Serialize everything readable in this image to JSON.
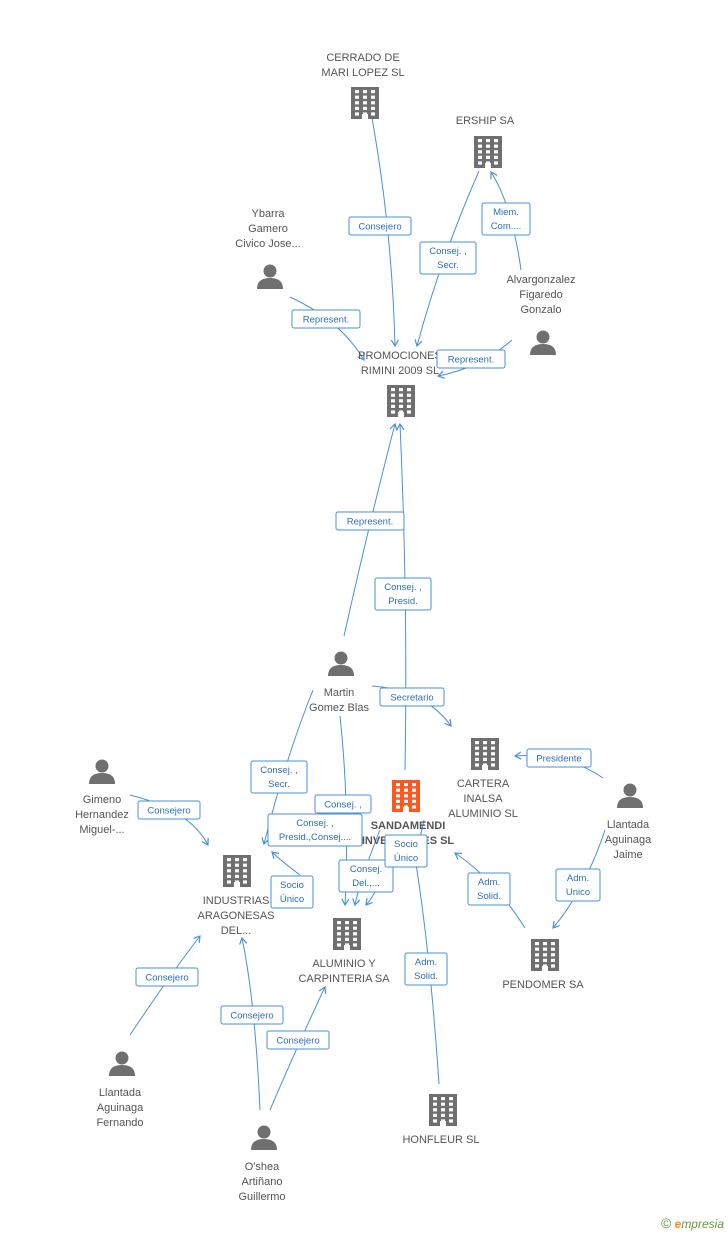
{
  "colors": {
    "edge": "#4a90d9",
    "icon": "#6f6f6f",
    "focus_icon": "#ff5722",
    "label": "#555555"
  },
  "nodes": [
    {
      "id": "cerrado",
      "type": "company",
      "lines": [
        "CERRADO DE",
        "MARI LOPEZ SL"
      ]
    },
    {
      "id": "erships",
      "type": "company",
      "lines": [
        "ERSHIP SA"
      ]
    },
    {
      "id": "ybarra",
      "type": "person",
      "lines": [
        "Ybarra",
        "Gamero",
        "Civico Jose..."
      ]
    },
    {
      "id": "alvargonzalez",
      "type": "person",
      "lines": [
        "Alvargonzalez",
        "Figaredo",
        "Gonzalo"
      ]
    },
    {
      "id": "promociones",
      "type": "company",
      "lines": [
        "PROMOCIONES",
        "RIMINI 2009 SL"
      ]
    },
    {
      "id": "martin",
      "type": "person",
      "lines": [
        "Martin",
        "Gomez Blas"
      ]
    },
    {
      "id": "cartera",
      "type": "company",
      "lines": [
        "CARTERA",
        "INALSA",
        "ALUMINIO SL"
      ]
    },
    {
      "id": "sandamendi",
      "type": "focus",
      "lines": [
        "SANDAMENDI",
        "INVERSIONES SL"
      ]
    },
    {
      "id": "gimeno",
      "type": "person",
      "lines": [
        "Gimeno",
        "Hernandez",
        "Miguel-..."
      ]
    },
    {
      "id": "llantada_j",
      "type": "person",
      "lines": [
        "Llantada",
        "Aguinaga",
        "Jaime"
      ]
    },
    {
      "id": "industrias",
      "type": "company",
      "lines": [
        "INDUSTRIAS",
        "ARAGONESAS",
        "DEL..."
      ]
    },
    {
      "id": "aluminio",
      "type": "company",
      "lines": [
        "ALUMINIO Y",
        "CARPINTERIA SA"
      ]
    },
    {
      "id": "pendomer",
      "type": "company",
      "lines": [
        "PENDOMER SA"
      ]
    },
    {
      "id": "llantada_f",
      "type": "person",
      "lines": [
        "Llantada",
        "Aguinaga",
        "Fernando"
      ]
    },
    {
      "id": "honfleur",
      "type": "company",
      "lines": [
        "HONFLEUR SL"
      ]
    },
    {
      "id": "oshea",
      "type": "person",
      "lines": [
        "O'shea",
        "Artiñano",
        "Guillermo"
      ]
    }
  ],
  "edges": [
    {
      "id": "e1",
      "label": [
        "Consejero"
      ]
    },
    {
      "id": "e2",
      "label": [
        "Consej. ,",
        "Secr."
      ]
    },
    {
      "id": "e3",
      "label": [
        "Miem.",
        "Com...."
      ]
    },
    {
      "id": "e4",
      "label": [
        "Represent."
      ]
    },
    {
      "id": "e5",
      "label": [
        "Represent."
      ]
    },
    {
      "id": "e6",
      "label": [
        "Represent."
      ]
    },
    {
      "id": "e7",
      "label": [
        "Consej. ,",
        "Presid."
      ]
    },
    {
      "id": "e8",
      "label": [
        "Secretario"
      ]
    },
    {
      "id": "e9",
      "label": [
        "Presidente"
      ]
    },
    {
      "id": "e10",
      "label": [
        "Consej. ,",
        "Secr."
      ]
    },
    {
      "id": "e11",
      "label": [
        "Consej. ,"
      ]
    },
    {
      "id": "e12",
      "label": [
        "Consej. ,",
        "Presid.,Consej...."
      ]
    },
    {
      "id": "e13",
      "label": [
        "Socio",
        "Único"
      ]
    },
    {
      "id": "e14",
      "label": [
        "Consej.",
        "Del.,..."
      ]
    },
    {
      "id": "e15",
      "label": [
        "Socio",
        "Único"
      ]
    },
    {
      "id": "e16",
      "label": [
        "Consejero"
      ]
    },
    {
      "id": "e17",
      "label": [
        "Adm.",
        "Solid."
      ]
    },
    {
      "id": "e18",
      "label": [
        "Adm.",
        "Unico"
      ]
    },
    {
      "id": "e19",
      "label": [
        "Adm.",
        "Solid."
      ]
    },
    {
      "id": "e20",
      "label": [
        "Consejero"
      ]
    },
    {
      "id": "e21",
      "label": [
        "Consejero"
      ]
    },
    {
      "id": "e22",
      "label": [
        "Consejero"
      ]
    }
  ],
  "brand": {
    "copyright": "©",
    "e": "e",
    "rest": "mpresia"
  }
}
